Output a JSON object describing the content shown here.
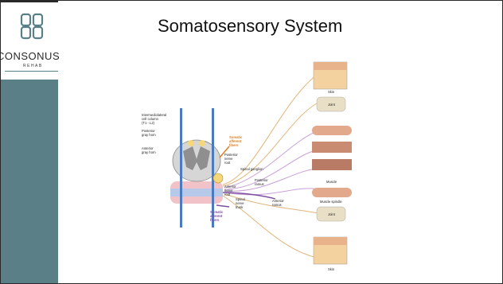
{
  "slide": {
    "title": "Somatosensory System"
  },
  "logo": {
    "name": "CONSONUS",
    "sub": "REHAB",
    "icon": "consonus-lattice-icon"
  },
  "colors": {
    "sidebar": "#5a7f87",
    "frame": "#2a2a2a",
    "afferent_orange": "#d9822b",
    "afferent_purple": "#7a4fa0"
  },
  "figure": {
    "labels": {
      "intermediolateral": "Intermediolateral",
      "cell_column": "cell column",
      "t1_l2": "(T1 - L2)",
      "posterior_gray": "Posterior",
      "gray_horn_1": "gray horn",
      "anterior_gray": "Anterior",
      "gray_horn_2": "gray horn",
      "somatic_afferent_1": "Somatic",
      "afferent_1": "afferent",
      "fibers_1": "fibers",
      "posterior_nerve": "Posterior",
      "nerve_1": "nerve",
      "root_1": "root",
      "spinal_ganglion": "Spinal ganglion",
      "posterior_ramus": "Posterior",
      "ramus_1": "ramus",
      "anterior_nerve": "Anterior",
      "nerve_2": "nerve",
      "root_2": "root",
      "spinal_nerve": "Spinal",
      "nerve_3": "nerve",
      "trunk": "trunk",
      "anterior_ramus": "Anterior",
      "ramus_2": "ramus",
      "somatic_afferent_2": "Somatic",
      "afferent_2": "afferent",
      "fibers_2": "fibers",
      "skin_1": "Skin",
      "joint_1": "Joint",
      "muscle": "Muscle",
      "muscle_spindle": "Muscle spindle",
      "joint_2": "Joint",
      "skin_2": "Skin"
    }
  }
}
